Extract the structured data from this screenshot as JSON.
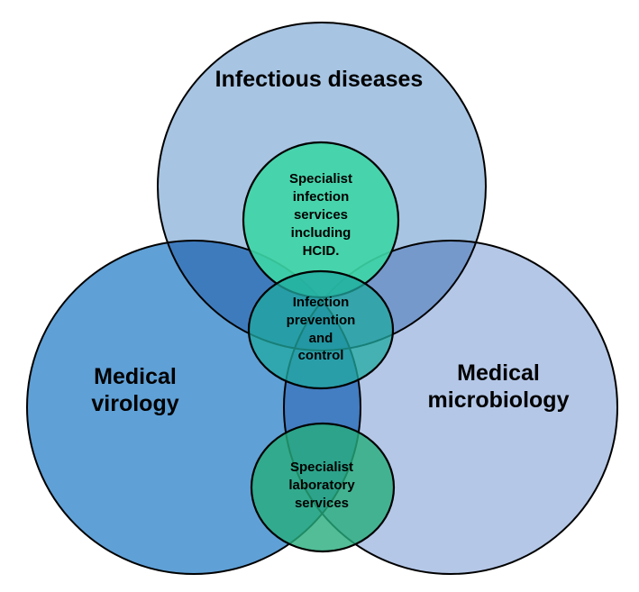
{
  "diagram": {
    "background": "#FFFFFF",
    "outline_color": "#000000",
    "large_circles": [
      {
        "id": "infectious-diseases",
        "label": "Infectious diseases",
        "fill": "#A7C4E2"
      },
      {
        "id": "medical-virology",
        "label_lines": [
          "Medical",
          "virology"
        ],
        "fill": "#5FA0D6"
      },
      {
        "id": "medical-microbiology",
        "label_lines": [
          "Medical",
          "microbiology"
        ],
        "fill": "#B4C7E7"
      }
    ],
    "small_circles": [
      {
        "id": "specialist-infection-services",
        "label_lines": [
          "Specialist",
          "infection",
          "services",
          "including",
          "HCID."
        ],
        "fill": "#3DD6A6"
      },
      {
        "id": "infection-prevention-and-control",
        "label_lines": [
          "Infection",
          "prevention",
          "and",
          "control"
        ],
        "fill": "#20AAA0"
      },
      {
        "id": "specialist-laboratory-services",
        "label_lines": [
          "Specialist",
          "laboratory",
          "services"
        ],
        "fill": "#27AD7C"
      }
    ]
  }
}
